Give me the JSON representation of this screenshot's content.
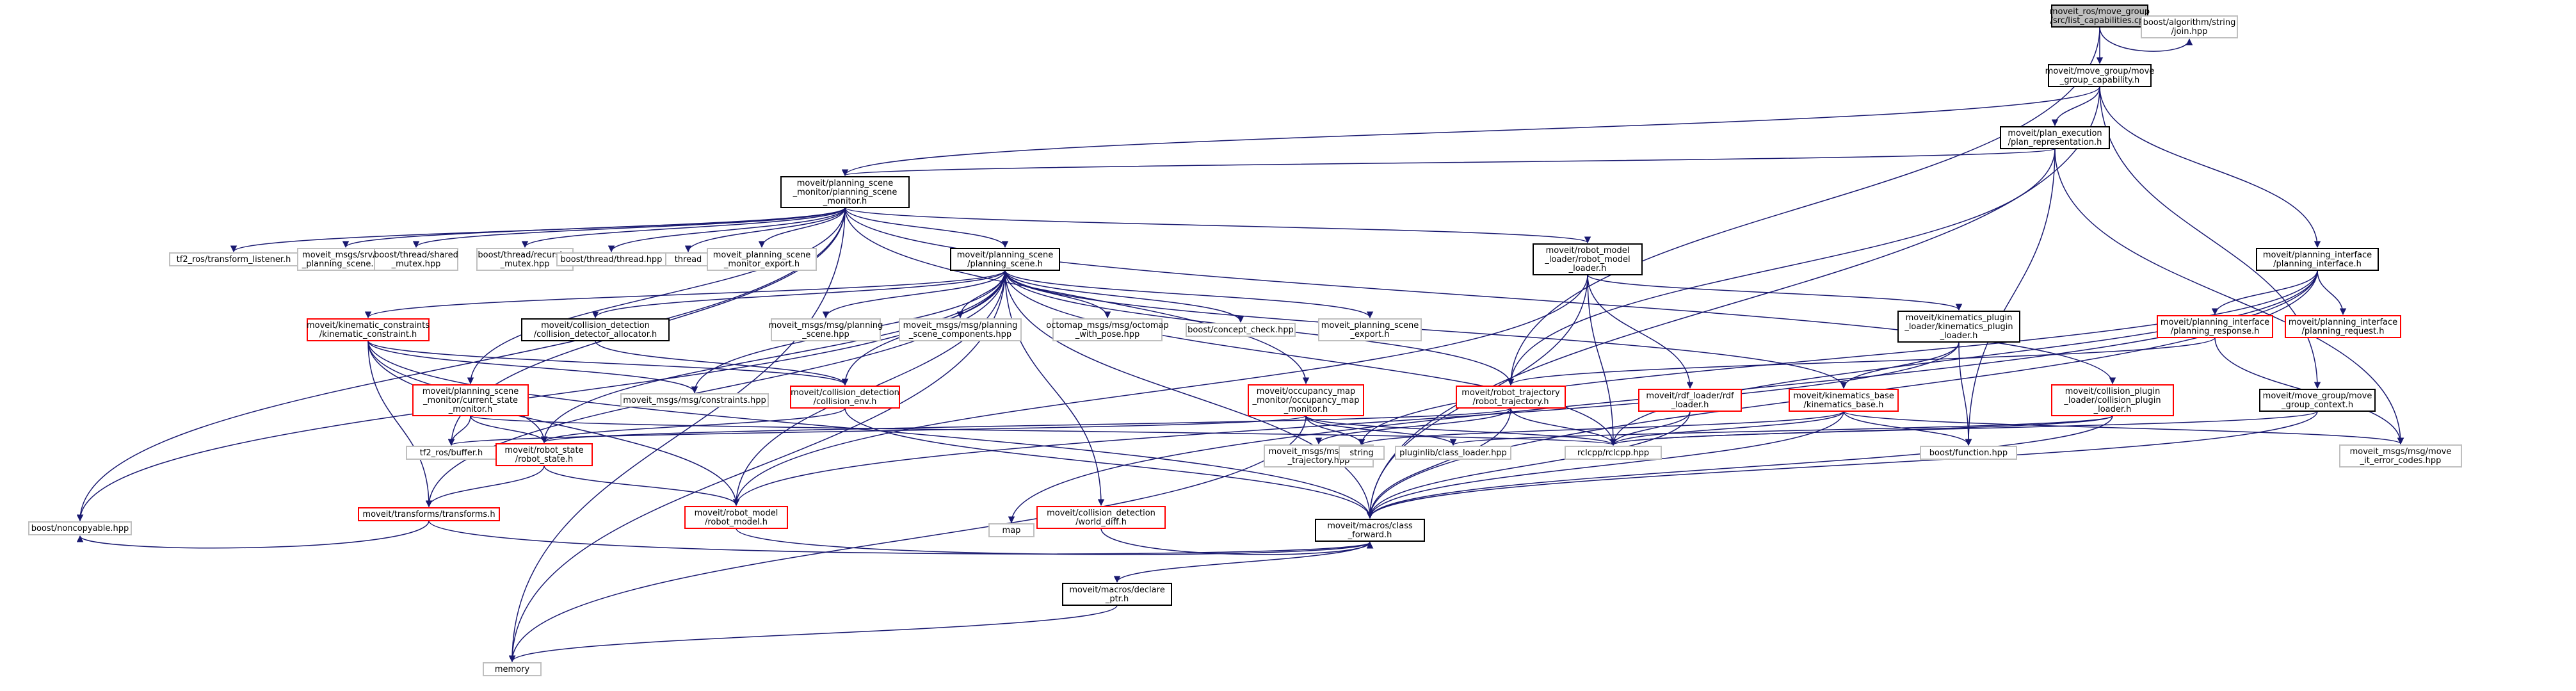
{
  "colors": {
    "edge": "#191970",
    "root_fill": "#bfbfbf",
    "root_border": "#000000",
    "doc_border": "#000000",
    "missing_border": "#bfbfbf",
    "undoc_border": "#ff0000",
    "text": "#000000"
  },
  "nodes": [
    {
      "id": "root",
      "lines": [
        "moveit_ros/move_group",
        "/src/list_capabilities.cpp"
      ],
      "kind": "root"
    },
    {
      "id": "boost_join",
      "lines": [
        "boost/algorithm/string",
        "/join.hpp"
      ],
      "kind": "missing"
    },
    {
      "id": "mg_cap",
      "lines": [
        "moveit/move_group/move",
        "_group_capability.h"
      ],
      "kind": "doc"
    },
    {
      "id": "plan_exec",
      "lines": [
        "moveit/plan_execution",
        "/plan_representation.h"
      ],
      "kind": "doc"
    },
    {
      "id": "psm",
      "lines": [
        "moveit/planning_scene",
        "_monitor/planning_scene",
        "_monitor.h"
      ],
      "kind": "doc"
    },
    {
      "id": "pi_pi",
      "lines": [
        "moveit/planning_interface",
        "/planning_interface.h"
      ],
      "kind": "doc"
    },
    {
      "id": "tf2_listener",
      "lines": [
        "tf2_ros/transform_listener.h"
      ],
      "kind": "missing"
    },
    {
      "id": "srv_getps",
      "lines": [
        "moveit_msgs/srv/get",
        "_planning_scene.hpp"
      ],
      "kind": "missing"
    },
    {
      "id": "bt_shared",
      "lines": [
        "boost/thread/shared",
        "_mutex.hpp"
      ],
      "kind": "missing"
    },
    {
      "id": "bt_rec",
      "lines": [
        "boost/thread/recursive",
        "_mutex.hpp"
      ],
      "kind": "missing"
    },
    {
      "id": "bt_thread",
      "lines": [
        "boost/thread/thread.hpp"
      ],
      "kind": "missing"
    },
    {
      "id": "thread",
      "lines": [
        "thread"
      ],
      "kind": "missing"
    },
    {
      "id": "psm_export",
      "lines": [
        "moveit_planning_scene",
        "_monitor_export.h"
      ],
      "kind": "missing"
    },
    {
      "id": "ps",
      "lines": [
        "moveit/planning_scene",
        "/planning_scene.h"
      ],
      "kind": "doc"
    },
    {
      "id": "rml",
      "lines": [
        "moveit/robot_model",
        "_loader/robot_model",
        "_loader.h"
      ],
      "kind": "doc"
    },
    {
      "id": "kpl",
      "lines": [
        "moveit/kinematics_plugin",
        "_loader/kinematics_plugin",
        "_loader.h"
      ],
      "kind": "doc"
    },
    {
      "id": "pi_resp",
      "lines": [
        "moveit/planning_interface",
        "/planning_response.h"
      ],
      "kind": "undoc"
    },
    {
      "id": "pi_req",
      "lines": [
        "moveit/planning_interface",
        "/planning_request.h"
      ],
      "kind": "undoc"
    },
    {
      "id": "kc",
      "lines": [
        "moveit/kinematic_constraints",
        "/kinematic_constraint.h"
      ],
      "kind": "undoc"
    },
    {
      "id": "cd_alloc",
      "lines": [
        "moveit/collision_detection",
        "/collision_detector_allocator.h"
      ],
      "kind": "doc"
    },
    {
      "id": "msg_ps",
      "lines": [
        "moveit_msgs/msg/planning",
        "_scene.hpp"
      ],
      "kind": "missing"
    },
    {
      "id": "msg_psc",
      "lines": [
        "moveit_msgs/msg/planning",
        "_scene_components.hpp"
      ],
      "kind": "missing"
    },
    {
      "id": "octomap",
      "lines": [
        "octomap_msgs/msg/octomap",
        "_with_pose.hpp"
      ],
      "kind": "missing"
    },
    {
      "id": "concept",
      "lines": [
        "boost/concept_check.hpp"
      ],
      "kind": "missing"
    },
    {
      "id": "ps_export",
      "lines": [
        "moveit_planning_scene",
        "_export.h"
      ],
      "kind": "missing"
    },
    {
      "id": "psm_cs",
      "lines": [
        "moveit/planning_scene",
        "_monitor/current_state",
        "_monitor.h"
      ],
      "kind": "undoc"
    },
    {
      "id": "msg_constr",
      "lines": [
        "moveit_msgs/msg/constraints.hpp"
      ],
      "kind": "missing"
    },
    {
      "id": "cd_env",
      "lines": [
        "moveit/collision_detection",
        "/collision_env.h"
      ],
      "kind": "undoc"
    },
    {
      "id": "occ",
      "lines": [
        "moveit/occupancy_map",
        "_monitor/occupancy_map",
        "_monitor.h"
      ],
      "kind": "undoc"
    },
    {
      "id": "rt",
      "lines": [
        "moveit/robot_trajectory",
        "/robot_trajectory.h"
      ],
      "kind": "undoc"
    },
    {
      "id": "rdf",
      "lines": [
        "moveit/rdf_loader/rdf",
        "_loader.h"
      ],
      "kind": "undoc"
    },
    {
      "id": "kb",
      "lines": [
        "moveit/kinematics_base",
        "/kinematics_base.h"
      ],
      "kind": "undoc"
    },
    {
      "id": "cpl",
      "lines": [
        "moveit/collision_plugin",
        "_loader/collision_plugin",
        "_loader.h"
      ],
      "kind": "undoc"
    },
    {
      "id": "mg_ctx",
      "lines": [
        "moveit/move_group/move",
        "_group_context.h"
      ],
      "kind": "doc"
    },
    {
      "id": "tf2_buffer",
      "lines": [
        "tf2_ros/buffer.h"
      ],
      "kind": "missing"
    },
    {
      "id": "rs",
      "lines": [
        "moveit/robot_state",
        "/robot_state.h"
      ],
      "kind": "undoc"
    },
    {
      "id": "msg_rt",
      "lines": [
        "moveit_msgs/msg/robot",
        "_trajectory.hpp"
      ],
      "kind": "missing"
    },
    {
      "id": "string",
      "lines": [
        "string"
      ],
      "kind": "missing"
    },
    {
      "id": "pluginlib",
      "lines": [
        "pluginlib/class_loader.hpp"
      ],
      "kind": "missing"
    },
    {
      "id": "rclcpp",
      "lines": [
        "rclcpp/rclcpp.hpp"
      ],
      "kind": "missing"
    },
    {
      "id": "boost_func",
      "lines": [
        "boost/function.hpp"
      ],
      "kind": "missing"
    },
    {
      "id": "msg_err",
      "lines": [
        "moveit_msgs/msg/move",
        "_it_error_codes.hpp"
      ],
      "kind": "missing"
    },
    {
      "id": "transforms",
      "lines": [
        "moveit/transforms/transforms.h"
      ],
      "kind": "undoc"
    },
    {
      "id": "rm",
      "lines": [
        "moveit/robot_model",
        "/robot_model.h"
      ],
      "kind": "undoc"
    },
    {
      "id": "cd_wd",
      "lines": [
        "moveit/collision_detection",
        "/world_diff.h"
      ],
      "kind": "undoc"
    },
    {
      "id": "noncopy",
      "lines": [
        "boost/noncopyable.hpp"
      ],
      "kind": "missing"
    },
    {
      "id": "map",
      "lines": [
        "map"
      ],
      "kind": "missing"
    },
    {
      "id": "mcf",
      "lines": [
        "moveit/macros/class",
        "_forward.h"
      ],
      "kind": "doc"
    },
    {
      "id": "mdp",
      "lines": [
        "moveit/macros/declare",
        "_ptr.h"
      ],
      "kind": "doc"
    },
    {
      "id": "memory",
      "lines": [
        "memory"
      ],
      "kind": "missing"
    }
  ],
  "edges": [
    [
      "root",
      "mg_cap"
    ],
    [
      "root",
      "boost_join"
    ],
    [
      "root",
      "rt"
    ],
    [
      "mg_cap",
      "plan_exec"
    ],
    [
      "mg_cap",
      "psm"
    ],
    [
      "mg_cap",
      "pi_pi"
    ],
    [
      "mg_cap",
      "mg_ctx"
    ],
    [
      "mg_cap",
      "mcf"
    ],
    [
      "plan_exec",
      "psm"
    ],
    [
      "plan_exec",
      "rt"
    ],
    [
      "plan_exec",
      "msg_err"
    ],
    [
      "plan_exec",
      "boost_func"
    ],
    [
      "psm",
      "tf2_listener"
    ],
    [
      "psm",
      "srv_getps"
    ],
    [
      "psm",
      "bt_shared"
    ],
    [
      "psm",
      "bt_rec"
    ],
    [
      "psm",
      "bt_thread"
    ],
    [
      "psm",
      "thread"
    ],
    [
      "psm",
      "psm_export"
    ],
    [
      "psm",
      "ps"
    ],
    [
      "psm",
      "rml"
    ],
    [
      "psm",
      "cpl"
    ],
    [
      "psm",
      "occ"
    ],
    [
      "psm",
      "psm_cs"
    ],
    [
      "psm",
      "noncopy"
    ],
    [
      "psm",
      "memory"
    ],
    [
      "psm",
      "tf2_buffer"
    ],
    [
      "ps",
      "kc"
    ],
    [
      "ps",
      "cd_alloc"
    ],
    [
      "ps",
      "msg_ps"
    ],
    [
      "ps",
      "msg_psc"
    ],
    [
      "ps",
      "octomap"
    ],
    [
      "ps",
      "concept"
    ],
    [
      "ps",
      "ps_export"
    ],
    [
      "ps",
      "rs"
    ],
    [
      "ps",
      "rt"
    ],
    [
      "ps",
      "cd_env"
    ],
    [
      "ps",
      "cd_wd"
    ],
    [
      "ps",
      "transforms"
    ],
    [
      "ps",
      "msg_constr"
    ],
    [
      "ps",
      "rclcpp"
    ],
    [
      "ps",
      "kb"
    ],
    [
      "ps",
      "noncopy"
    ],
    [
      "ps",
      "rm"
    ],
    [
      "ps",
      "memory"
    ],
    [
      "ps",
      "mcf"
    ],
    [
      "rml",
      "kpl"
    ],
    [
      "rml",
      "rdf"
    ],
    [
      "rml",
      "rm"
    ],
    [
      "rml",
      "mcf"
    ],
    [
      "rml",
      "rclcpp"
    ],
    [
      "kpl",
      "kb"
    ],
    [
      "kpl",
      "boost_func"
    ],
    [
      "kpl",
      "rm"
    ],
    [
      "pi_pi",
      "pi_resp"
    ],
    [
      "pi_pi",
      "pi_req"
    ],
    [
      "pi_pi",
      "rclcpp"
    ],
    [
      "pi_pi",
      "string"
    ],
    [
      "pi_pi",
      "map"
    ],
    [
      "pi_pi",
      "mcf"
    ],
    [
      "pi_resp",
      "rt"
    ],
    [
      "pi_resp",
      "msg_err"
    ],
    [
      "kc",
      "msg_constr"
    ],
    [
      "kc",
      "rs"
    ],
    [
      "kc",
      "transforms"
    ],
    [
      "kc",
      "mcf"
    ],
    [
      "kc",
      "cd_env"
    ],
    [
      "kc",
      "rm"
    ],
    [
      "cd_alloc",
      "cd_env"
    ],
    [
      "psm_cs",
      "rs"
    ],
    [
      "psm_cs",
      "tf2_buffer"
    ],
    [
      "psm_cs",
      "rclcpp"
    ],
    [
      "cd_env",
      "rs"
    ],
    [
      "cd_env",
      "mcf"
    ],
    [
      "occ",
      "tf2_buffer"
    ],
    [
      "occ",
      "pluginlib"
    ],
    [
      "occ",
      "string"
    ],
    [
      "occ",
      "memory"
    ],
    [
      "occ",
      "rclcpp"
    ],
    [
      "rt",
      "rs"
    ],
    [
      "rt",
      "msg_rt"
    ],
    [
      "rt",
      "mcf"
    ],
    [
      "rt",
      "rclcpp"
    ],
    [
      "rdf",
      "rclcpp"
    ],
    [
      "rdf",
      "mcf"
    ],
    [
      "kb",
      "rclcpp"
    ],
    [
      "kb",
      "boost_func"
    ],
    [
      "kb",
      "msg_err"
    ],
    [
      "kb",
      "string"
    ],
    [
      "kb",
      "mcf"
    ],
    [
      "cpl",
      "pluginlib"
    ],
    [
      "cpl",
      "mcf"
    ],
    [
      "cpl",
      "rclcpp"
    ],
    [
      "mg_ctx",
      "rclcpp"
    ],
    [
      "mg_ctx",
      "mcf"
    ],
    [
      "rs",
      "rm"
    ],
    [
      "rs",
      "transforms"
    ],
    [
      "transforms",
      "noncopy"
    ],
    [
      "transforms",
      "mcf"
    ],
    [
      "rm",
      "mcf"
    ],
    [
      "cd_wd",
      "mcf"
    ],
    [
      "mcf",
      "mdp"
    ],
    [
      "mdp",
      "memory"
    ]
  ]
}
